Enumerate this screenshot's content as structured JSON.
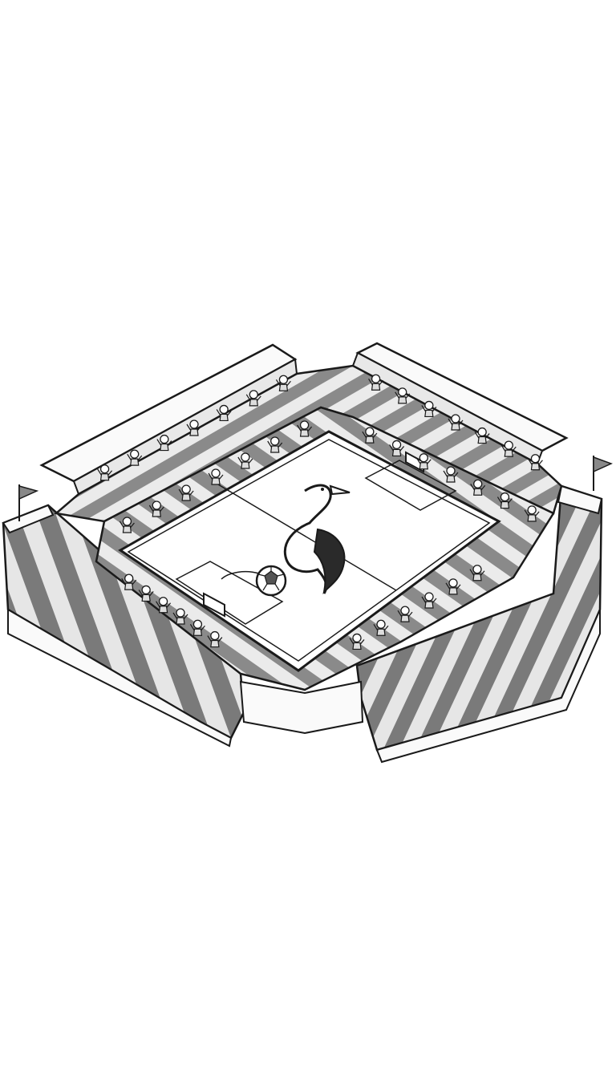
{
  "scene": {
    "subject": "soccer-stadium-line-art",
    "style": "black-and-white-coloring-page",
    "colors": {
      "background": "#ffffff",
      "ink": "#1a1a1a",
      "stripe_dark": "#7a7a7a",
      "stripe_light": "#e6e6e6",
      "roof_white": "#fafafa",
      "pitch": "#ffffff"
    },
    "icons": [
      "bird-emblem-icon",
      "soccer-ball-icon",
      "corner-flag-icon",
      "spectator-icon",
      "goal-icon"
    ],
    "spectator_count_approx": 40
  }
}
